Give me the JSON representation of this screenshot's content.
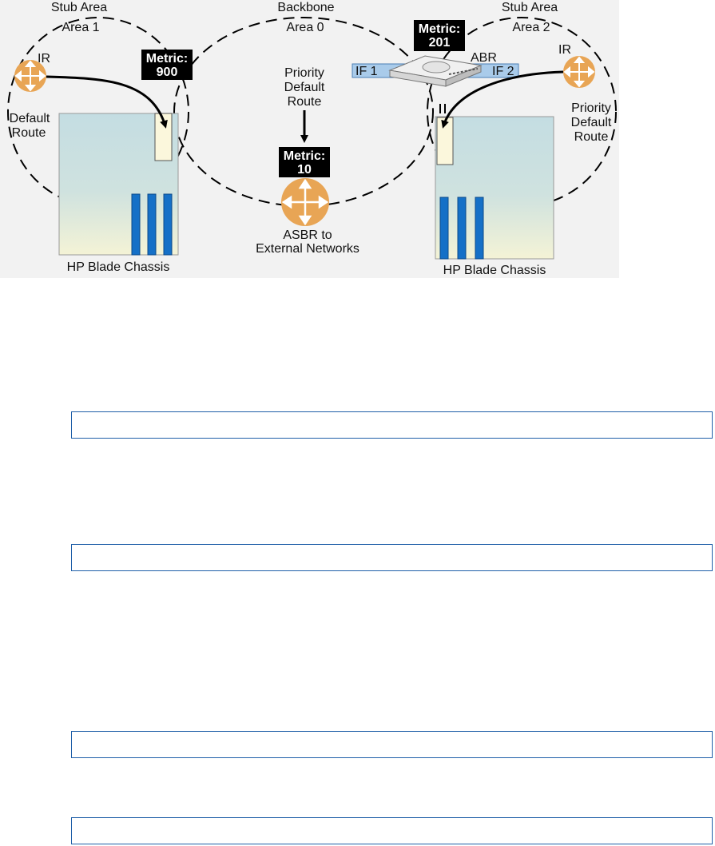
{
  "diagram": {
    "areas": {
      "stub1": {
        "line1": "Stub Area",
        "line2": "Area 1"
      },
      "backbone": {
        "line1": "Backbone",
        "line2": "Area 0"
      },
      "stub2": {
        "line1": "Stub Area",
        "line2": "Area 2"
      }
    },
    "metrics": {
      "m900": {
        "label": "Metric:",
        "value": "900"
      },
      "m201": {
        "label": "Metric:",
        "value": "201"
      },
      "m10": {
        "label": "Metric:",
        "value": "10"
      }
    },
    "routers": {
      "ir_left": "IR",
      "ir_right": "IR",
      "abr": "ABR",
      "asbr_line1": "ASBR to",
      "asbr_line2": "External Networks"
    },
    "interfaces": {
      "if1": "IF 1",
      "if2": "IF 2"
    },
    "routes": {
      "default_line1": "Default",
      "default_line2": "Route",
      "priority_center": [
        "Priority",
        "Default",
        "Route"
      ],
      "priority_right": [
        "Priority",
        "Default",
        "Route"
      ]
    },
    "chassis": {
      "left": "HP Blade Chassis",
      "right": "HP Blade Chassis"
    }
  },
  "command_boxes": [
    "",
    "",
    "",
    ""
  ],
  "colors": {
    "router": "#e8a555",
    "command_border": "#1f5fa8",
    "interface_bar": "#a9cbea",
    "blade": "#1570c7"
  }
}
